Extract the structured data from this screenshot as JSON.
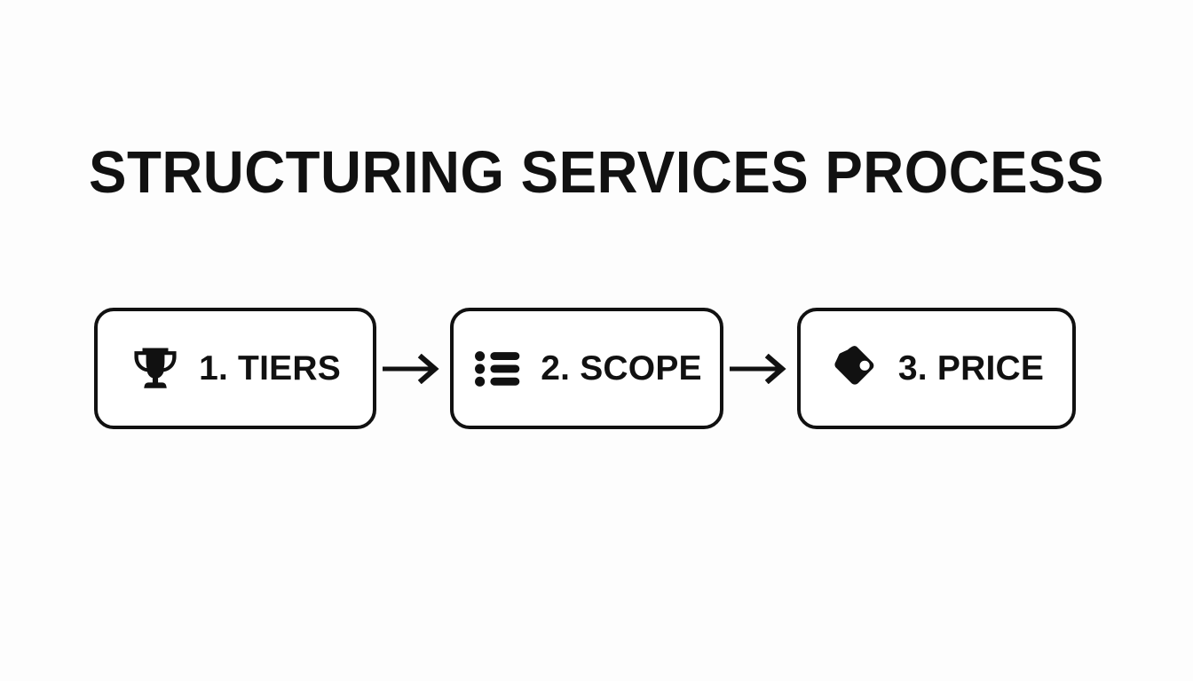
{
  "slide": {
    "title": "STRUCTURING SERVICES PROCESS",
    "background_color": "#fdfdfd",
    "ink_color": "#111111"
  },
  "flow": {
    "connector_icon": "arrow-right-icon",
    "steps": [
      {
        "label": "1. TIERS",
        "icon": "trophy-icon"
      },
      {
        "label": "2. SCOPE",
        "icon": "bulleted-list-icon"
      },
      {
        "label": "3. PRICE",
        "icon": "price-tag-icon"
      }
    ]
  }
}
